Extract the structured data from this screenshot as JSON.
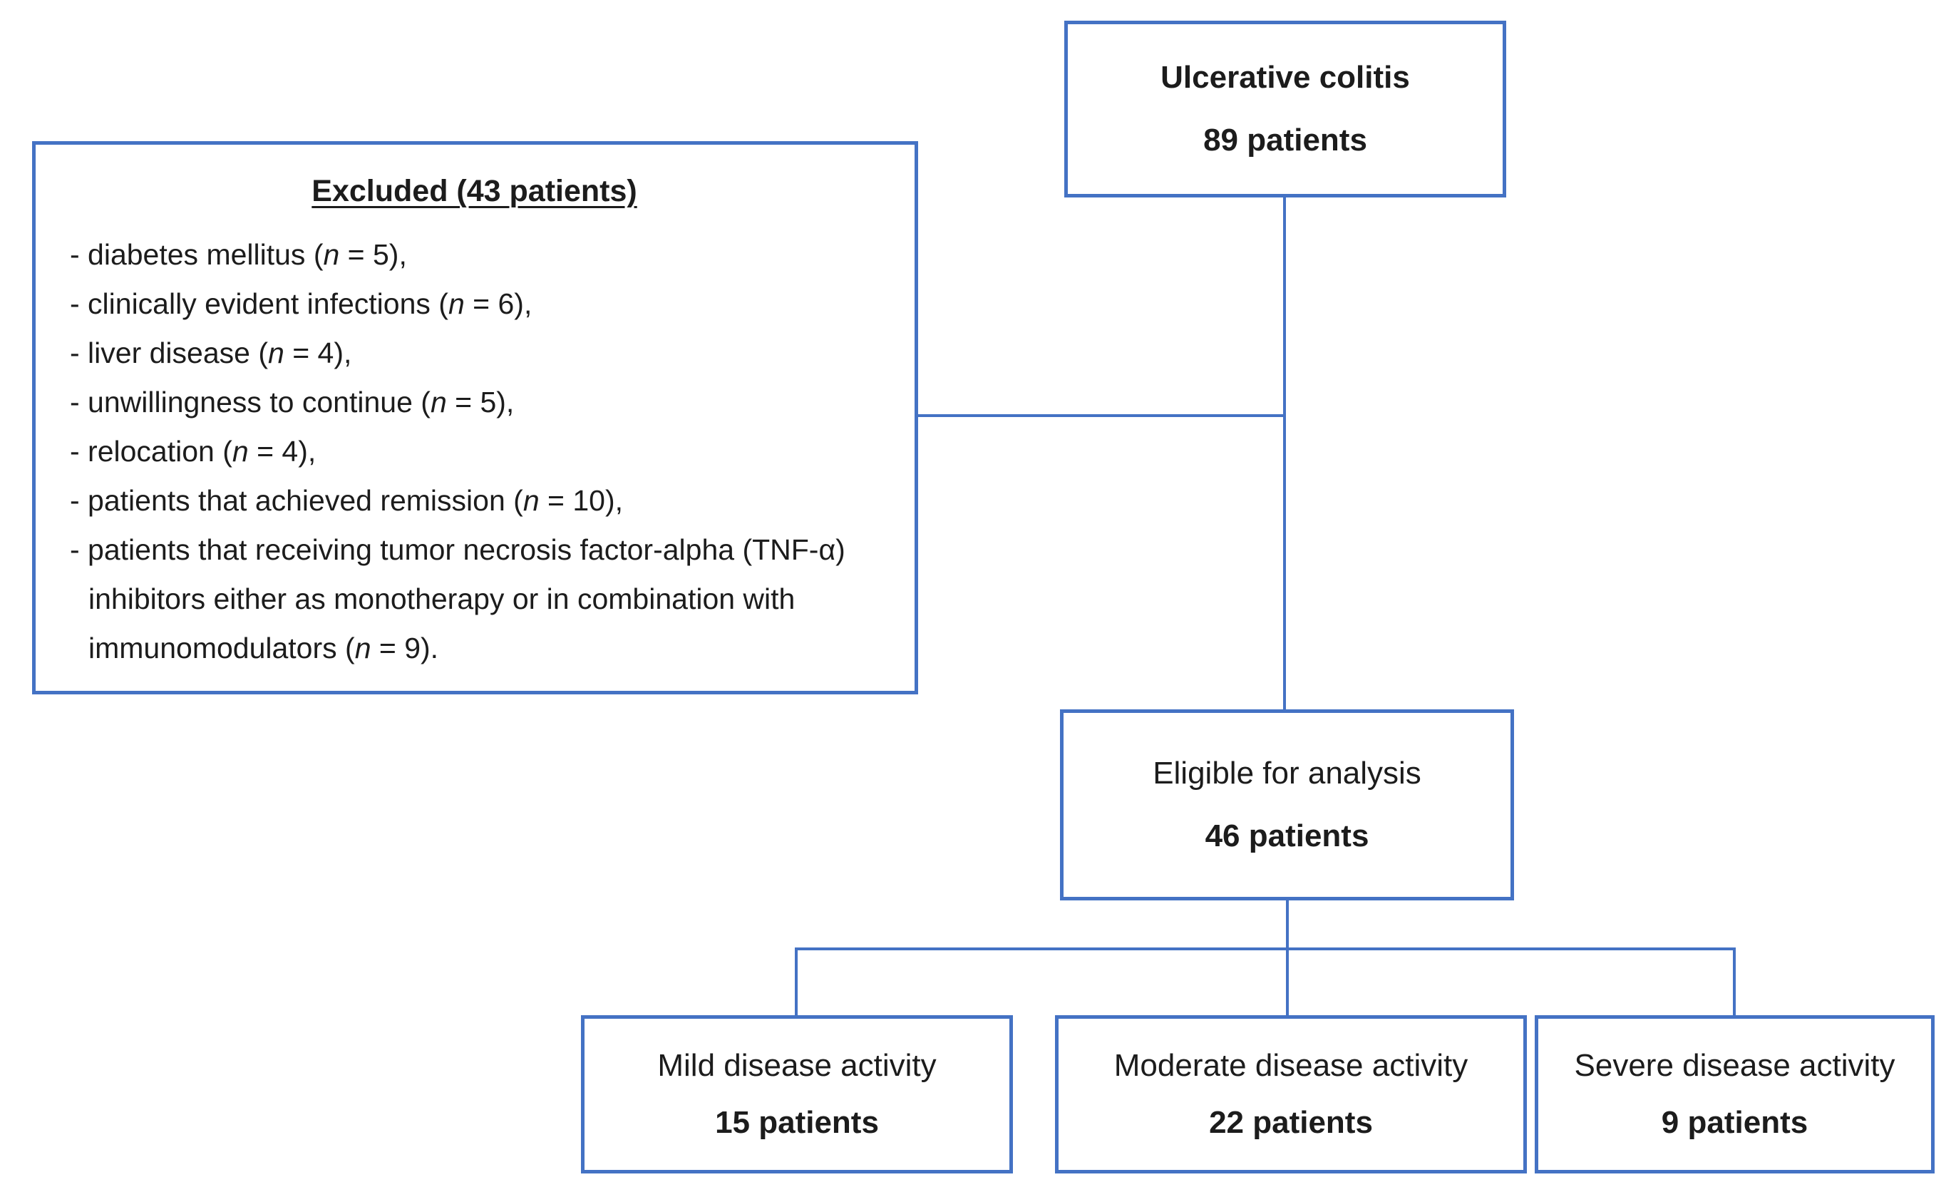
{
  "palette": {
    "line_blue": "#4472C4",
    "text_dark": "#1c1c1c",
    "background": "#ffffff"
  },
  "flowchart": {
    "top_box": {
      "title": "Ulcerative colitis",
      "count": "89 patients"
    },
    "excluded_box": {
      "title": "Excluded (43 patients)",
      "lines": [
        {
          "before": "- diabetes mellitus (",
          "nvar": "n",
          "after": " = 5),"
        },
        {
          "before": "- clinically evident infections (",
          "nvar": "n",
          "after": " = 6),"
        },
        {
          "before": "- liver disease (",
          "nvar": "n",
          "after": " = 4),"
        },
        {
          "before": "- unwillingness to continue (",
          "nvar": "n",
          "after": " = 5),"
        },
        {
          "before": "- relocation (",
          "nvar": "n",
          "after": " = 4),"
        },
        {
          "before": "- patients that achieved remission (",
          "nvar": "n",
          "after": " = 10),"
        },
        {
          "before": "- patients that receiving tumor necrosis factor-alpha (TNF-α)",
          "nvar": "",
          "after": ""
        },
        {
          "before": "inhibitors either as monotherapy or in combination with",
          "nvar": "",
          "after": ""
        },
        {
          "before": "immunomodulators (",
          "nvar": "n",
          "after": " = 9)."
        }
      ]
    },
    "eligible_box": {
      "title": "Eligible for analysis",
      "count": "46 patients"
    },
    "outcome_boxes": [
      {
        "title": "Mild disease activity",
        "count": "15 patients"
      },
      {
        "title": "Moderate disease activity",
        "count": "22 patients"
      },
      {
        "title": "Severe disease activity",
        "count": "9 patients"
      }
    ]
  }
}
